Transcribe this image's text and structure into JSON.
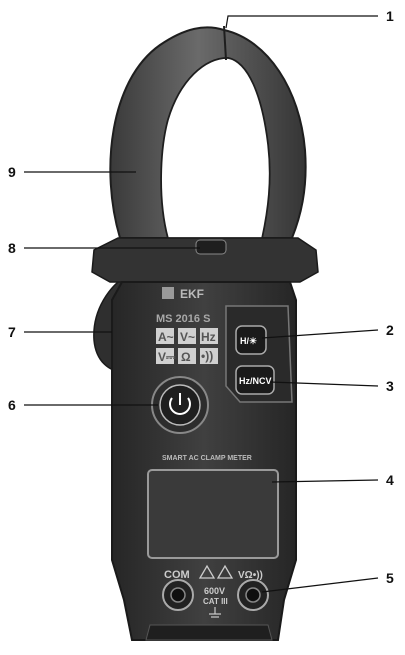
{
  "brand": {
    "logo": "EKF",
    "model": "MS 2016 S"
  },
  "device": {
    "display_caption": "SMART AC CLAMP METER",
    "buttons": {
      "hold_backlight": "H/☀",
      "hz_ncv": "Hz/NCV"
    },
    "modes": [
      "A~",
      "V~",
      "Hz",
      "V⎓",
      "Ω",
      "•))"
    ],
    "terminals": {
      "com_label": "COM",
      "v_label": "VΩ•))",
      "rating": "600V",
      "category": "CAT III"
    }
  },
  "callouts": [
    {
      "num": "1"
    },
    {
      "num": "2"
    },
    {
      "num": "3"
    },
    {
      "num": "4"
    },
    {
      "num": "5"
    },
    {
      "num": "6"
    },
    {
      "num": "7"
    },
    {
      "num": "8"
    },
    {
      "num": "9"
    }
  ],
  "colors": {
    "body_dark": "#2b2b2b",
    "body_mid": "#3d3d3d",
    "jaw": "#555555",
    "panel": "#e9e9e9",
    "leader": "#111111"
  }
}
